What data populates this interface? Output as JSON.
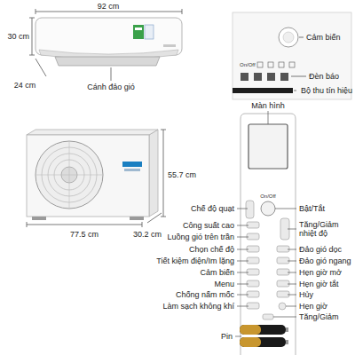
{
  "diagram": {
    "labels": [
      "92 cm",
      "30 cm",
      "24 cm",
      "Cánh đảo gió",
      "Cảm biến",
      "On/Off",
      "Đèn báo",
      "Bộ thu tín hiệu",
      "Màn hình",
      "55.7 cm",
      "77.5 cm",
      "30.2 cm",
      "Chế độ quạt",
      "On/Off",
      "Bật/Tắt",
      "Công suất cao",
      "Tăng/Giảm nhiệt độ",
      "Luồng gió trên trần",
      "Chọn chế độ",
      "Đảo gió dọc",
      "Tiết kiệm điện/Im lặng",
      "Đảo gió ngang",
      "Cảm biến",
      "Hẹn giờ mở",
      "Menu",
      "Hẹn giờ tắt",
      "Chống nấm mốc",
      "Hủy",
      "Làm sạch không khí",
      "Hẹn giờ",
      "Tăng/Giảm",
      "Pin"
    ]
  }
}
